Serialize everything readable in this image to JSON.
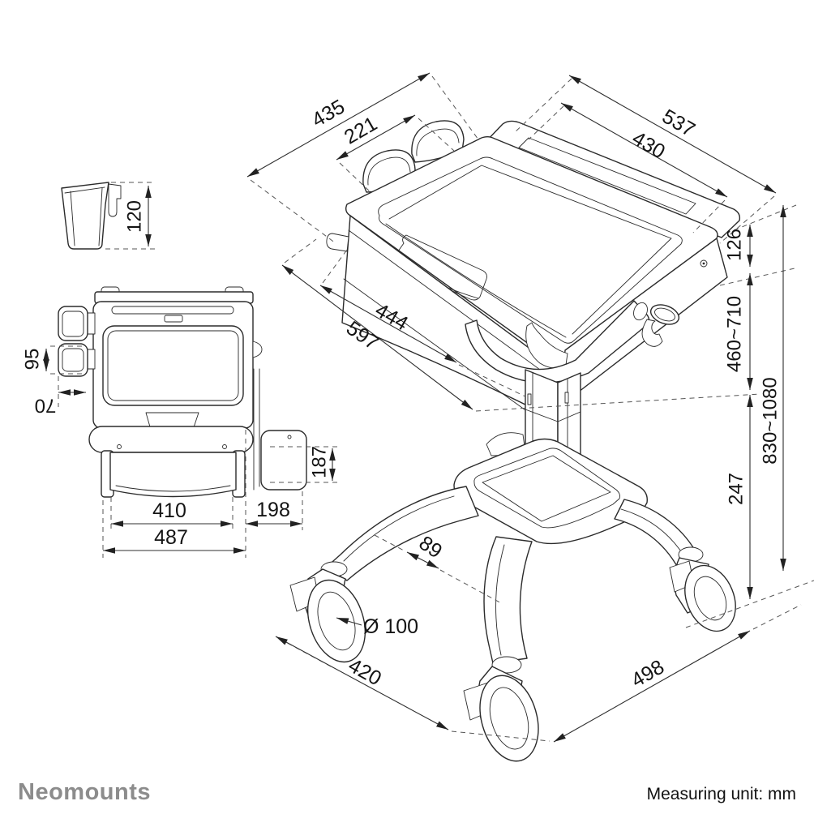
{
  "page": {
    "background": "#ffffff",
    "line_color": "#2b2b2b",
    "dim_color": "#2f2f2f"
  },
  "branding": {
    "logo_text": "Neomounts"
  },
  "footer": {
    "measuring_unit_label": "Measuring unit: mm"
  },
  "dims": {
    "top_width": "435",
    "cup_span": "221",
    "rail_outer": "537",
    "rail_inner": "430",
    "worktop_depth": "444",
    "total_depth": "597",
    "side_height": "126",
    "lift_range": "460~710",
    "total_height_range": "830~1080",
    "base_height": "247",
    "leg_width": "89",
    "caster_diameter": "Ø 100",
    "base_width": "420",
    "base_depth": "498",
    "basket_height": "120",
    "holder_height": "95",
    "holder_depth": "70",
    "drawer_height": "187",
    "inner_width": "410",
    "drawer_width": "198",
    "outer_width": "487"
  }
}
